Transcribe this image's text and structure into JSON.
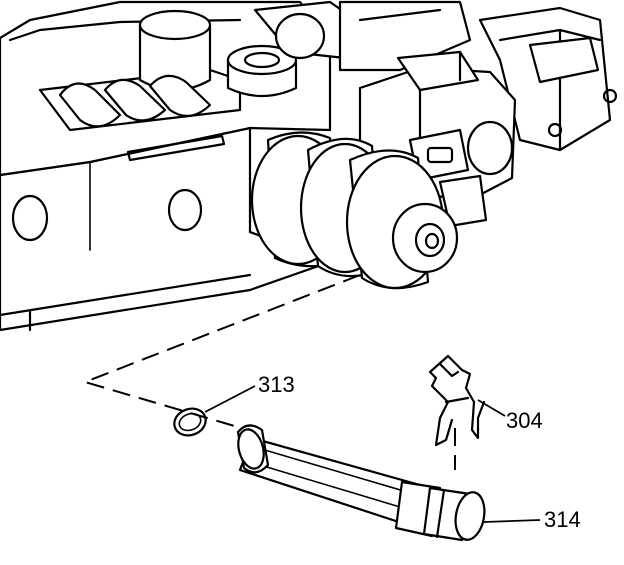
{
  "callouts": {
    "c313": "313",
    "c304": "304",
    "c314": "314"
  }
}
